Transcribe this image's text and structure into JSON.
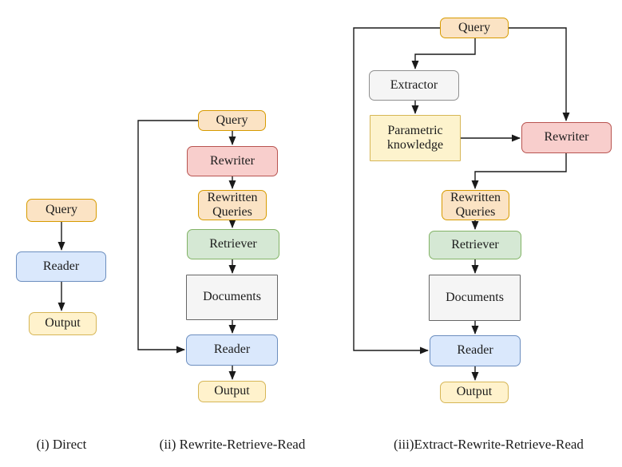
{
  "colors": {
    "canvas_bg": "#ffffff",
    "line": "#1a1a1a",
    "text": "#1c1c1c",
    "query_fill": "#fbe3c4",
    "query_border": "#d79b00",
    "rewriter_fill": "#f8cecc",
    "rewriter_border": "#b85450",
    "retriever_fill": "#d5e8d4",
    "retriever_border": "#82b366",
    "documents_fill": "#f5f5f5",
    "documents_border": "#666666",
    "reader_fill": "#dae8fc",
    "reader_border": "#6c8ebf",
    "output_fill": "#fff2cc",
    "output_border": "#d6b656",
    "extractor_fill": "#f5f5f5",
    "extractor_border": "#8f8f8f",
    "parametric_fill": "#fdf3cd",
    "parametric_border": "#d6b656"
  },
  "diagrams": [
    {
      "id": "direct",
      "caption": "(i) Direct",
      "nodes": {
        "query": "Query",
        "reader": "Reader",
        "output": "Output"
      },
      "edges": [
        {
          "from": "query",
          "to": "reader"
        },
        {
          "from": "reader",
          "to": "output"
        }
      ]
    },
    {
      "id": "rewrite-retrieve-read",
      "caption": "(ii) Rewrite-Retrieve-Read",
      "nodes": {
        "query": "Query",
        "rewriter": "Rewriter",
        "rewritten_queries": "Rewritten Queries",
        "retriever": "Retriever",
        "documents": "Documents",
        "reader": "Reader",
        "output": "Output"
      },
      "edges": [
        {
          "from": "query",
          "to": "rewriter"
        },
        {
          "from": "rewriter",
          "to": "rewritten_queries"
        },
        {
          "from": "rewritten_queries",
          "to": "retriever"
        },
        {
          "from": "retriever",
          "to": "documents"
        },
        {
          "from": "documents",
          "to": "reader"
        },
        {
          "from": "query",
          "to": "reader"
        },
        {
          "from": "reader",
          "to": "output"
        }
      ]
    },
    {
      "id": "extract-rewrite-retrieve-read",
      "caption": "(iii)Extract-Rewrite-Retrieve-Read",
      "nodes": {
        "query": "Query",
        "extractor": "Extractor",
        "parametric_knowledge": "Parametric knowledge",
        "rewriter": "Rewriter",
        "rewritten_queries": "Rewritten Queries",
        "retriever": "Retriever",
        "documents": "Documents",
        "reader": "Reader",
        "output": "Output"
      },
      "edges": [
        {
          "from": "query",
          "to": "extractor"
        },
        {
          "from": "extractor",
          "to": "parametric_knowledge"
        },
        {
          "from": "parametric_knowledge",
          "to": "rewriter"
        },
        {
          "from": "query",
          "to": "rewriter"
        },
        {
          "from": "rewriter",
          "to": "rewritten_queries"
        },
        {
          "from": "rewritten_queries",
          "to": "retriever"
        },
        {
          "from": "retriever",
          "to": "documents"
        },
        {
          "from": "documents",
          "to": "reader"
        },
        {
          "from": "query",
          "to": "reader"
        },
        {
          "from": "reader",
          "to": "output"
        }
      ]
    }
  ]
}
